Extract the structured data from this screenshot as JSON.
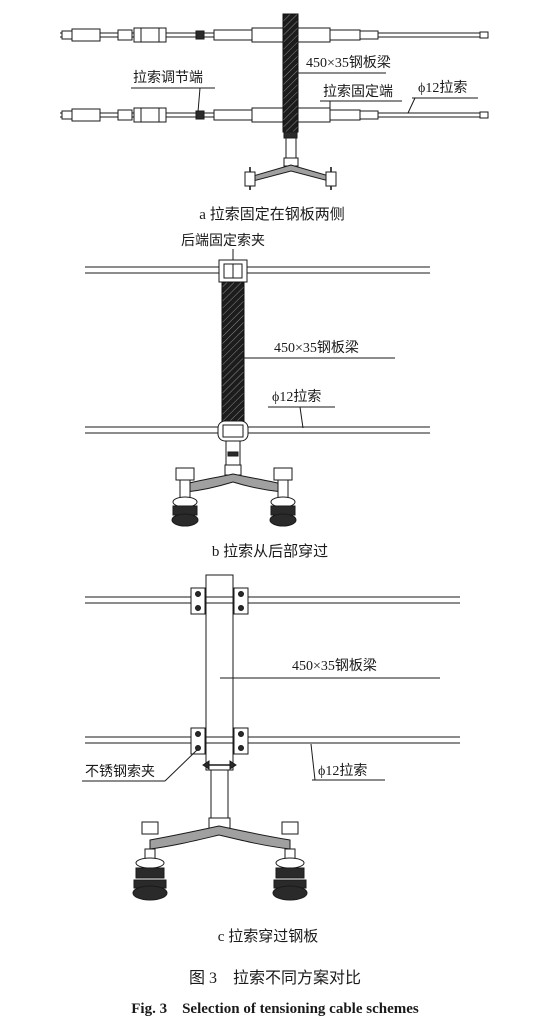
{
  "panels": [
    {
      "caption": "a 拉索固定在钢板两侧",
      "labels": {
        "beam": "450×35钢板梁",
        "adjust_end": "拉索调节端",
        "fixed_end": "拉索固定端",
        "cable": "ϕ12拉索"
      }
    },
    {
      "caption": "b 拉索从后部穿过",
      "labels": {
        "rear_clamp": "后端固定索夹",
        "beam": "450×35钢板梁",
        "cable": "ϕ12拉索"
      }
    },
    {
      "caption": "c 拉索穿过钢板",
      "labels": {
        "beam": "450×35钢板梁",
        "clamp": "不锈钢索夹",
        "cable": "ϕ12拉索"
      }
    }
  ],
  "figure": {
    "title_cn": "图 3　拉索不同方案对比",
    "title_en": "Fig. 3　Selection of tensioning cable schemes"
  }
}
